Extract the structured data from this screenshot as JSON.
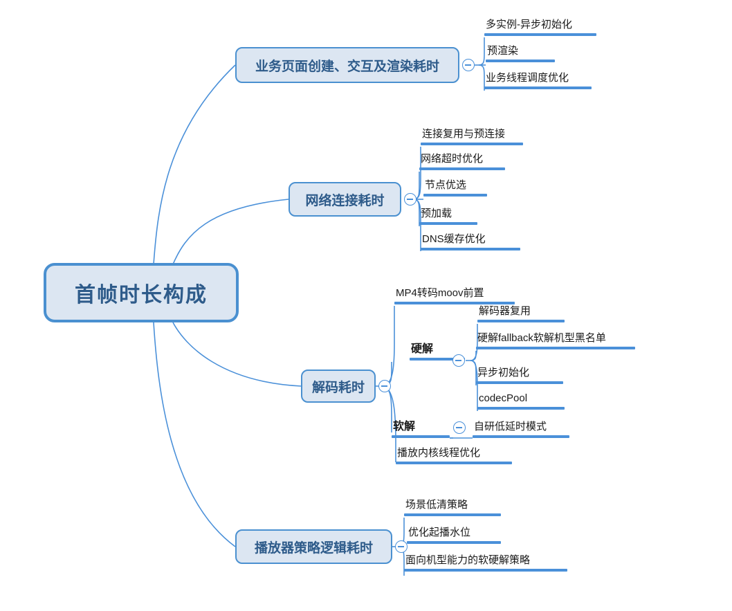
{
  "diagram": {
    "type": "mind-map",
    "title": "首帧时长构成",
    "colors": {
      "node_fill": "#dce6f2",
      "node_border": "#4a90d0",
      "node_text": "#2e5b8a",
      "connector": "#4a90d9",
      "underline": "#4a90d9",
      "leaf_text": "#1a1a1a",
      "canvas": "#ffffff"
    },
    "root": {
      "label": "首帧时长构成"
    },
    "branches": [
      {
        "label": "业务页面创建、交互及渲染耗时",
        "collapse_icon": "minus-circle-icon",
        "children": [
          {
            "label": "多实例-异步初始化"
          },
          {
            "label": "预渲染"
          },
          {
            "label": "业务线程调度优化"
          }
        ]
      },
      {
        "label": "网络连接耗时",
        "collapse_icon": "minus-circle-icon",
        "children": [
          {
            "label": "连接复用与预连接"
          },
          {
            "label": "网络超时优化"
          },
          {
            "label": "节点优选"
          },
          {
            "label": "预加载"
          },
          {
            "label": "DNS缓存优化"
          }
        ]
      },
      {
        "label": "解码耗时",
        "collapse_icon": "minus-circle-icon",
        "children": [
          {
            "label": "MP4转码moov前置"
          },
          {
            "label": "硬解",
            "collapse_icon": "minus-circle-icon",
            "children": [
              {
                "label": "解码器复用"
              },
              {
                "label": "硬解fallback软解机型黑名单"
              },
              {
                "label": "异步初始化"
              },
              {
                "label": "codecPool"
              }
            ]
          },
          {
            "label": "软解",
            "collapse_icon": "minus-circle-icon",
            "children": [
              {
                "label": "自研低延时模式"
              }
            ]
          },
          {
            "label": "播放内核线程优化"
          }
        ]
      },
      {
        "label": "播放器策略逻辑耗时",
        "collapse_icon": "minus-circle-icon",
        "children": [
          {
            "label": "场景低清策略"
          },
          {
            "label": "优化起播水位"
          },
          {
            "label": "面向机型能力的软硬解策略"
          }
        ]
      }
    ]
  }
}
